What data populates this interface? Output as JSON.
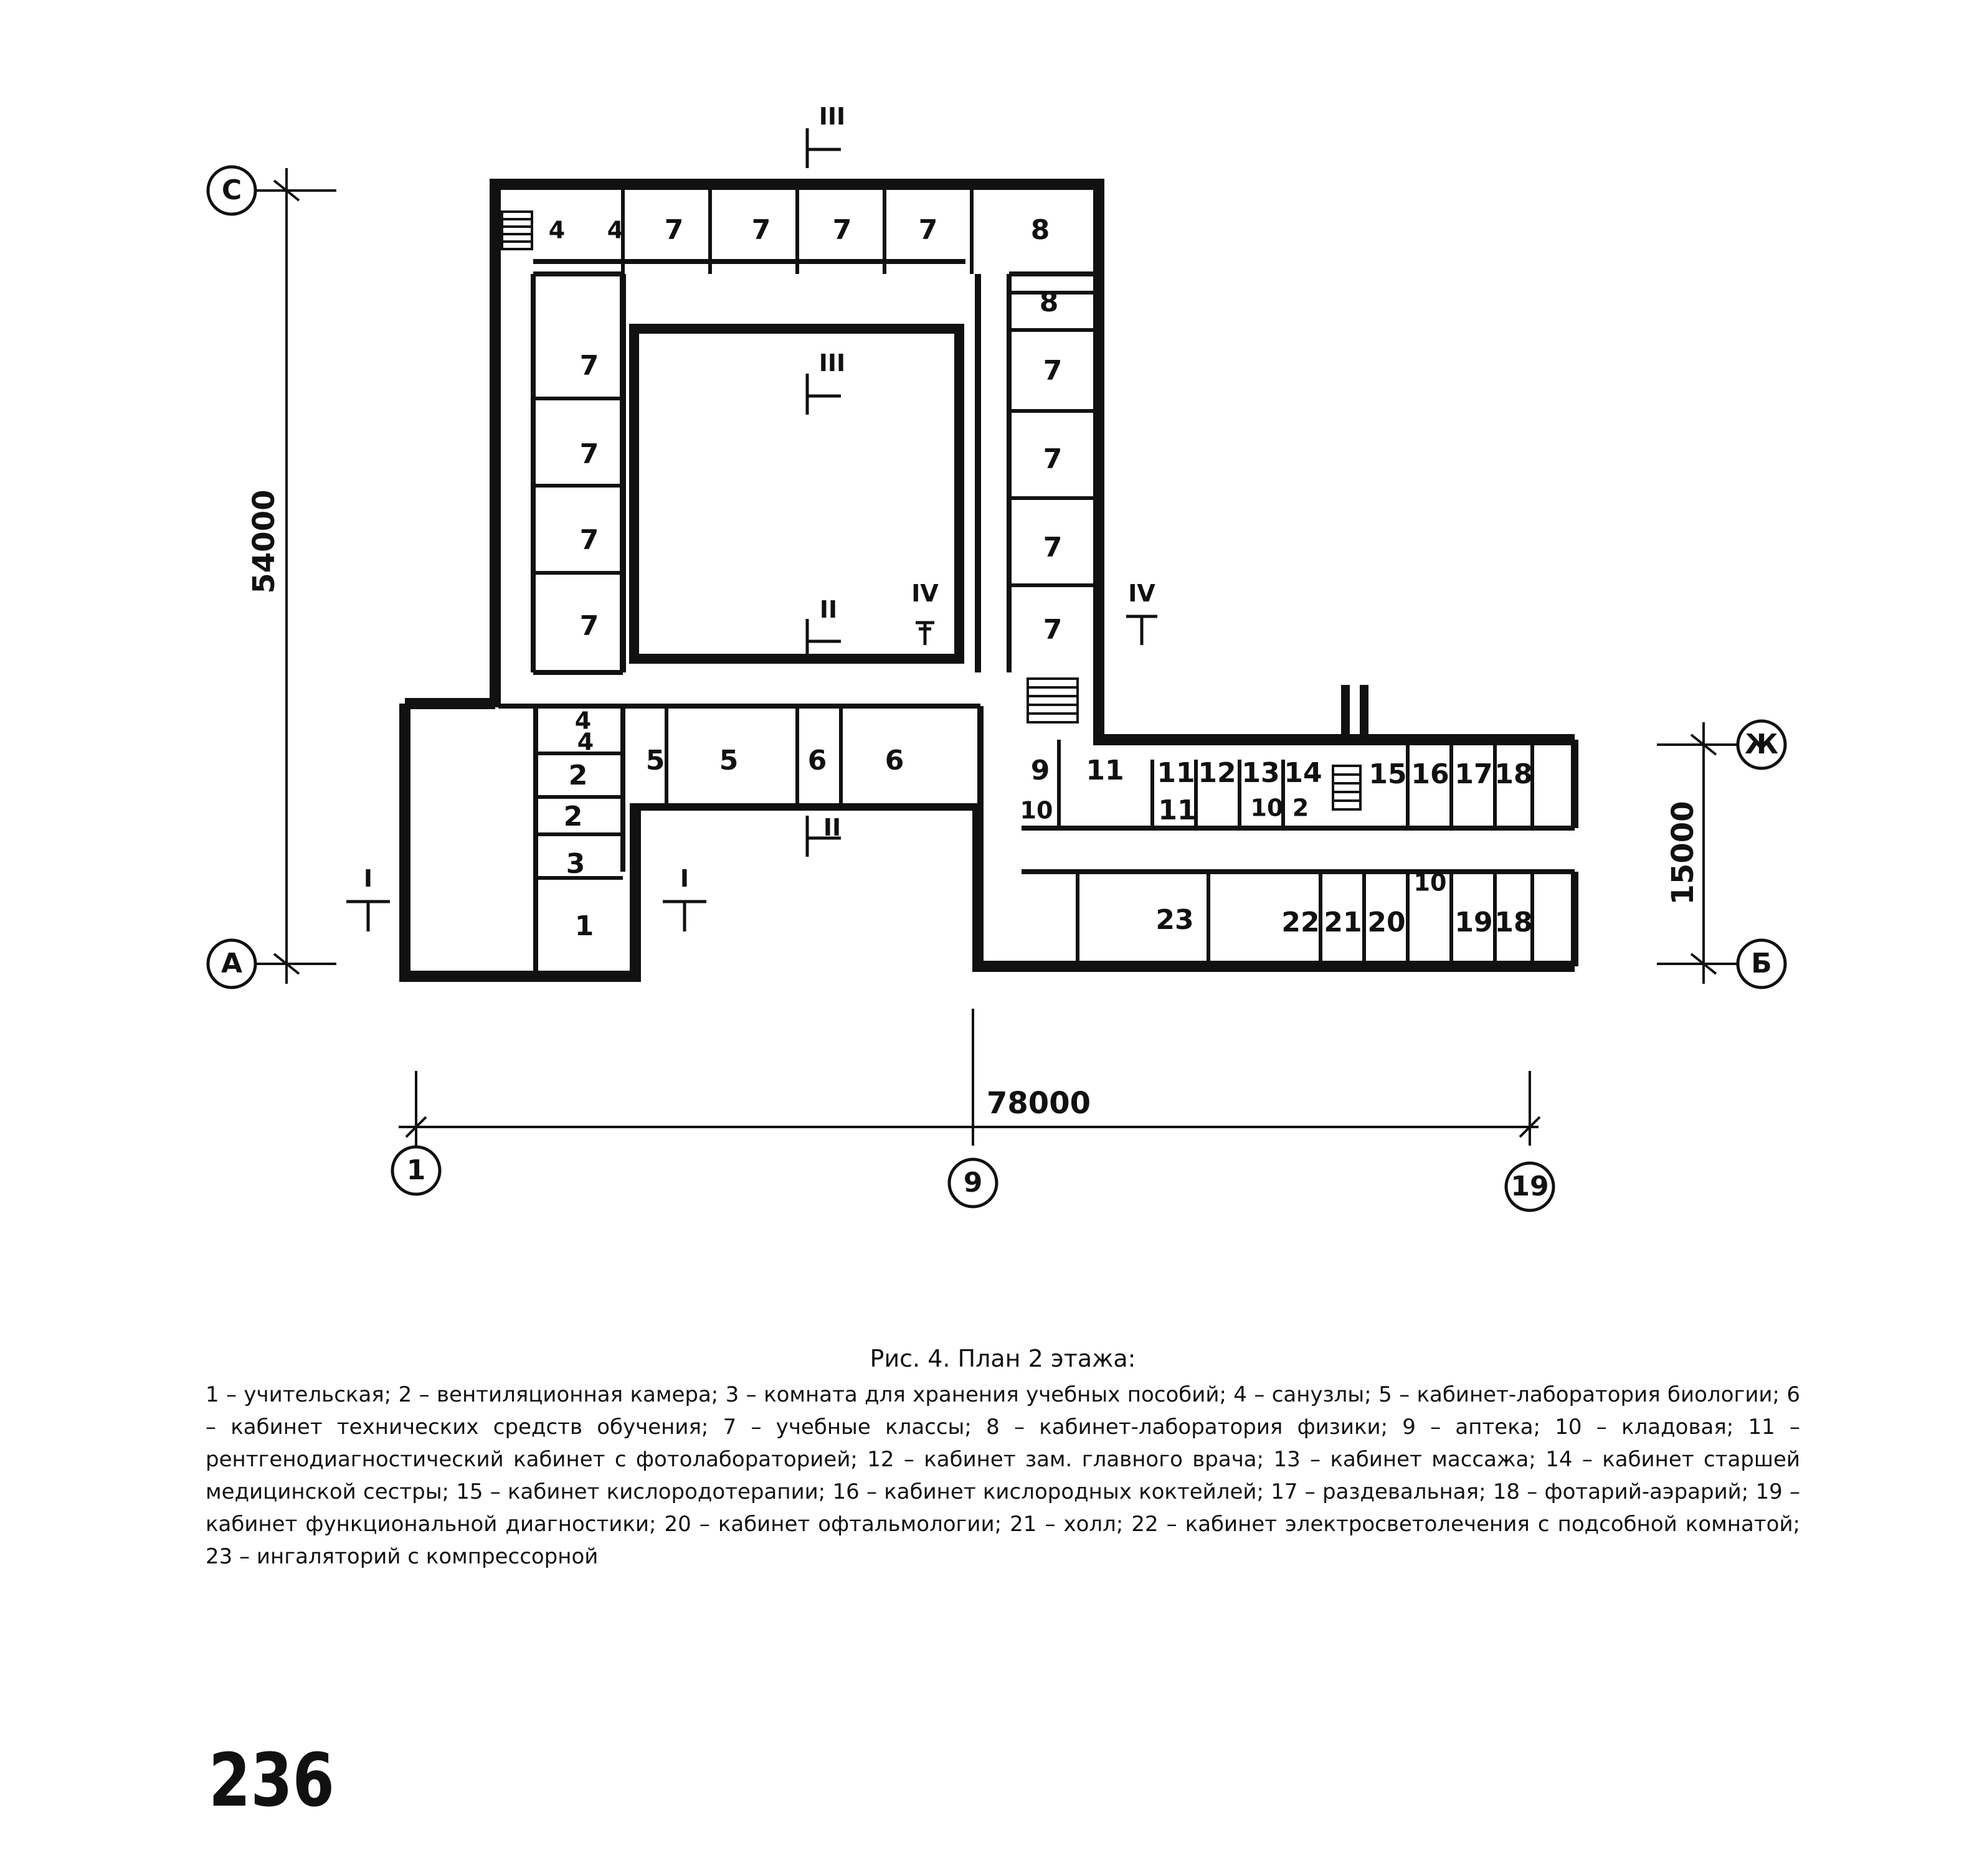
{
  "figure": {
    "caption_title": "Рис. 4. План 2 этажа:",
    "caption_body": "1 – учительская; 2 – вентиляционная камера; 3 – комната для хранения учебных пособий; 4 – санузлы; 5 – кабинет-лаборатория биологии; 6 – кабинет технических средств обучения; 7 – учебные классы; 8 – кабинет-лаборатория физики; 9 – аптека; 10 – кладовая; 11 – рентгенодиагностический кабинет с фотолабораторией; 12 – кабинет зам. главного врача; 13 – кабинет массажа; 14 – кабинет старшей медицинской сестры; 15 – кабинет кислородотерапии; 16 – кабинет кислородных коктейлей; 17 – раздевальная; 18 – фотарий-аэрарий; 19 – кабинет функциональной диагностики; 20 – кабинет офтальмологии; 21 – холл; 22 – кабинет электросветолечения с подсобной комнатой; 23 – ингаляторий с компрессорной"
  },
  "page_number": "236",
  "dimensions": {
    "vertical_total": "54000",
    "horizontal_total": "78000",
    "vertical_wing": "15000"
  },
  "axes": {
    "C": "С",
    "A": "А",
    "ZH": "Ж",
    "B": "Б",
    "n1": "1",
    "n9": "9",
    "n19": "19"
  },
  "sections": {
    "III": "III",
    "II": "II",
    "IV": "IV",
    "I": "I"
  },
  "rooms": {
    "r1": "1",
    "r2": "2",
    "r3": "3",
    "r4": "4",
    "r5": "5",
    "r6": "6",
    "r7": "7",
    "r8": "8",
    "r9": "9",
    "r10": "10",
    "r11": "11",
    "r12": "12",
    "r13": "13",
    "r14": "14",
    "r15": "15",
    "r16": "16",
    "r17": "17",
    "r18": "18",
    "r19": "19",
    "r20": "20",
    "r21": "21",
    "r22": "22",
    "r23": "23"
  }
}
